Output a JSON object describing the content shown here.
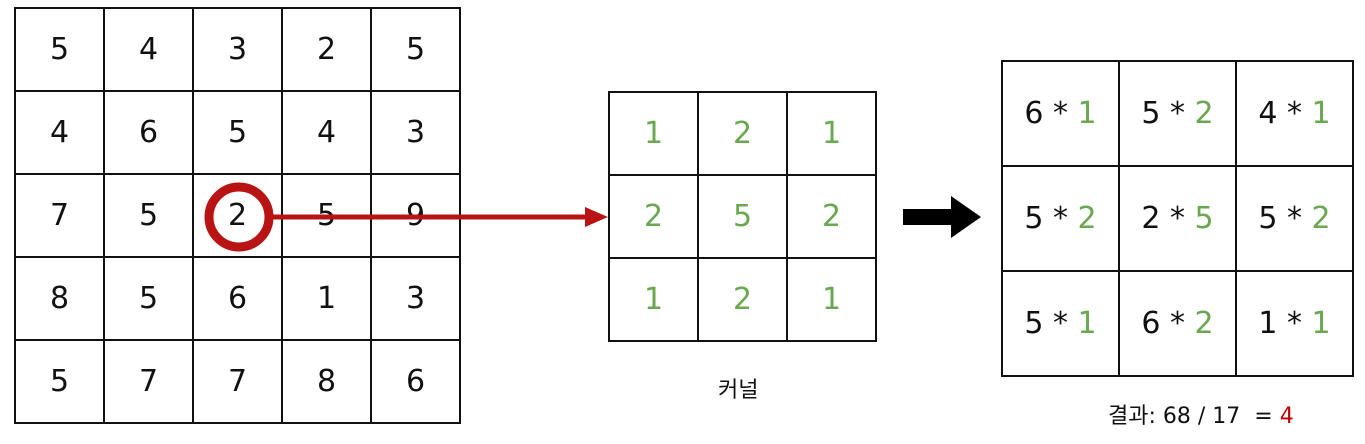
{
  "input_grid": [
    [
      "5",
      "4",
      "3",
      "2",
      "5"
    ],
    [
      "4",
      "6",
      "5",
      "4",
      "3"
    ],
    [
      "7",
      "5",
      "2",
      "5",
      "9"
    ],
    [
      "8",
      "5",
      "6",
      "1",
      "3"
    ],
    [
      "5",
      "7",
      "7",
      "8",
      "6"
    ]
  ],
  "highlight": {
    "row": 2,
    "col": 2,
    "color": "#b81414"
  },
  "kernel": {
    "grid": [
      [
        "1",
        "2",
        "1"
      ],
      [
        "2",
        "5",
        "2"
      ],
      [
        "1",
        "2",
        "1"
      ]
    ],
    "label": "커널",
    "color": "#6aa84f"
  },
  "result": {
    "grid": [
      [
        {
          "a": "6",
          "b": "1"
        },
        {
          "a": "5",
          "b": "2"
        },
        {
          "a": "4",
          "b": "1"
        }
      ],
      [
        {
          "a": "5",
          "b": "2"
        },
        {
          "a": "2",
          "b": "5"
        },
        {
          "a": "5",
          "b": "2"
        }
      ],
      [
        {
          "a": "5",
          "b": "1"
        },
        {
          "a": "6",
          "b": "2"
        },
        {
          "a": "1",
          "b": "1"
        }
      ]
    ],
    "operator": " * ",
    "label_prefix": "결과: 68 / 17  = ",
    "value": "4",
    "value_color": "#c00000"
  },
  "icons": {
    "red_arrow": "arrow-right-icon",
    "block_arrow": "bold-arrow-right-icon"
  }
}
